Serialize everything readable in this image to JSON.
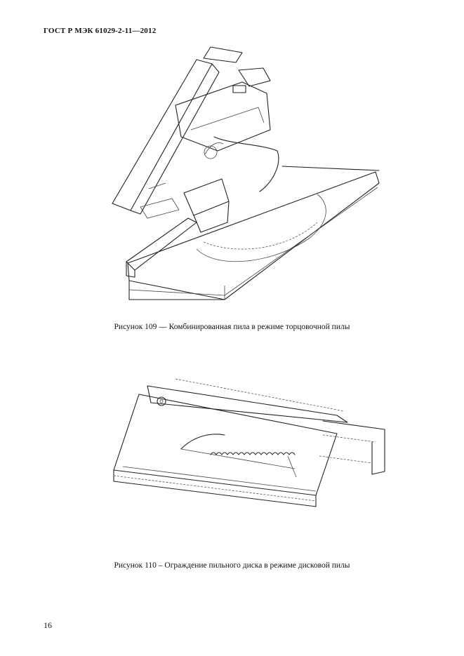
{
  "header": {
    "title": "ГОСТ Р МЭК 61029-2-11—2012"
  },
  "figures": [
    {
      "caption": "Рисунок 109 — Комбинированная пила в режиме торцовочной пилы"
    },
    {
      "caption": "Рисунок 110 – Ограждение пильного диска в режиме дисковой пилы"
    }
  ],
  "footer": {
    "page_number": "16"
  }
}
